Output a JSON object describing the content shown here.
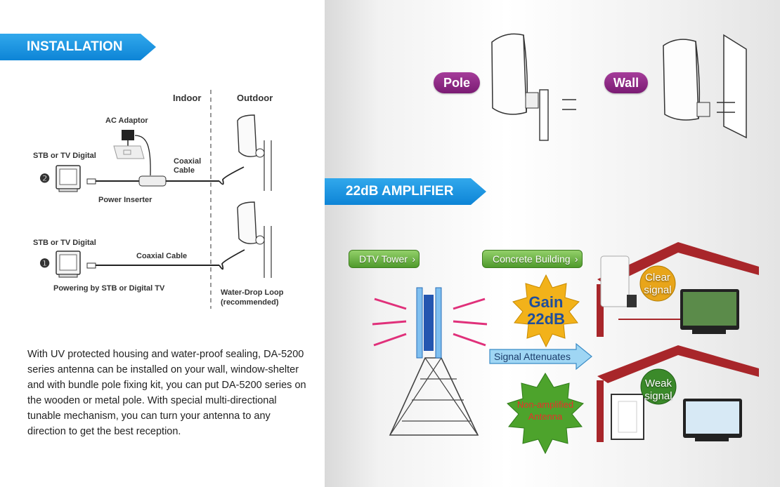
{
  "installation": {
    "banner": "INSTALLATION",
    "indoor": "Indoor",
    "outdoor": "Outdoor",
    "ac_adaptor": "AC Adaptor",
    "stb_top": "STB or TV Digital",
    "step_two": "❷",
    "coaxial_cable_stacked": [
      "Coaxial",
      "Cable"
    ],
    "power_inserter": "Power Inserter",
    "stb_bottom": "STB or TV Digital",
    "step_one": "❶",
    "coaxial_cable": "Coaxial Cable",
    "powering": "Powering by STB or Digital TV",
    "water_drop": [
      "Water-Drop Loop",
      "(recommended)"
    ],
    "description": "With UV protected housing and water-proof sealing, DA-5200 series antenna can be installed on your wall, window-shelter and with bundle pole fixing kit, you can put DA-5200 series on the wooden or metal pole. With special multi-directional tunable mechanism, you can turn your antenna to any direction to get the best reception."
  },
  "mounting": {
    "pole": "Pole",
    "wall": "Wall"
  },
  "amplifier": {
    "banner": "22dB AMPLIFIER",
    "dtv_tower": "DTV Tower",
    "concrete_building": "Concrete Building",
    "gain": [
      "Gain",
      "22dB"
    ],
    "signal_attenuates": "Signal Attenuates",
    "non_amplified": [
      "Non-amplified",
      "Antenna"
    ],
    "clear_signal": [
      "Clear",
      "signal"
    ],
    "weak_signal": [
      "Weak",
      "signal"
    ]
  },
  "colors": {
    "banner_blue": "#0d84d6",
    "pill_purple": "#8a2582",
    "button_green": "#5fae35",
    "roof_red": "#a8262a",
    "burst_gold": "#f2b21a",
    "burst_green": "#4da32c"
  }
}
